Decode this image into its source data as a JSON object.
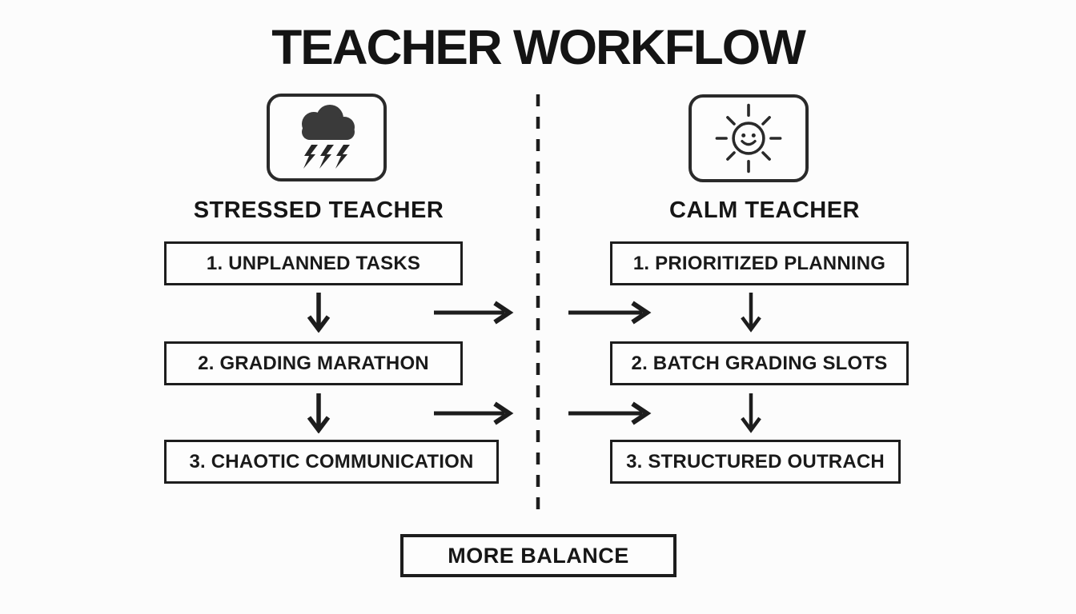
{
  "title": "TEACHER WORKFLOW",
  "left_column": {
    "icon": "storm-cloud-lightning-icon",
    "header": "STRESSED TEACHER",
    "steps": [
      "1. UNPLANNED TASKS",
      "2. GRADING MARATHON",
      "3. CHAOTIC COMMUNICATION"
    ]
  },
  "right_column": {
    "icon": "smiling-sun-icon",
    "header": "CALM TEACHER",
    "steps": [
      "1. PRIORITIZED PLANNING",
      "2. BATCH GRADING SLOTS",
      "3. STRUCTURED OUTRACH"
    ]
  },
  "footer": {
    "label": "MORE BALANCE"
  },
  "divider": {
    "style": "vertical-dashed"
  },
  "colors": {
    "ink": "#1d1d1d",
    "cloud_fill": "#3a3a3a",
    "background": "#fcfcfc"
  }
}
